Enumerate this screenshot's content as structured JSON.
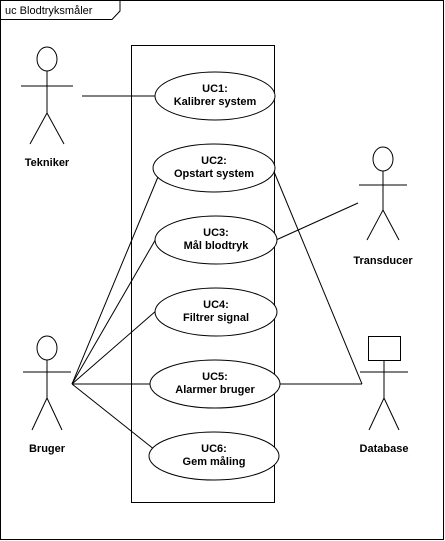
{
  "frame": {
    "title": "uc Blodtryksmåler"
  },
  "actors": [
    {
      "key": "tekniker",
      "label": "Tekniker"
    },
    {
      "key": "transducer",
      "label": "Transducer"
    },
    {
      "key": "bruger",
      "label": "Bruger"
    },
    {
      "key": "database",
      "label": "Database"
    }
  ],
  "use_cases": [
    {
      "key": "uc1",
      "id": "UC1:",
      "name": "Kalibrer system"
    },
    {
      "key": "uc2",
      "id": "UC2:",
      "name": "Opstart system"
    },
    {
      "key": "uc3",
      "id": "UC3:",
      "name": "Mål blodtryk"
    },
    {
      "key": "uc4",
      "id": "UC4:",
      "name": "Filtrer signal"
    },
    {
      "key": "uc5",
      "id": "UC5:",
      "name": "Alarmer bruger"
    },
    {
      "key": "uc6",
      "id": "UC6:",
      "name": "Gem måling"
    }
  ],
  "associations": [
    {
      "from": "tekniker",
      "to": "uc1"
    },
    {
      "from": "transducer",
      "to": "uc3"
    },
    {
      "from": "bruger",
      "to": "uc2"
    },
    {
      "from": "bruger",
      "to": "uc3"
    },
    {
      "from": "bruger",
      "to": "uc4"
    },
    {
      "from": "bruger",
      "to": "uc5"
    },
    {
      "from": "bruger",
      "to": "uc6"
    },
    {
      "from": "database",
      "to": "uc2"
    },
    {
      "from": "database",
      "to": "uc5"
    }
  ]
}
